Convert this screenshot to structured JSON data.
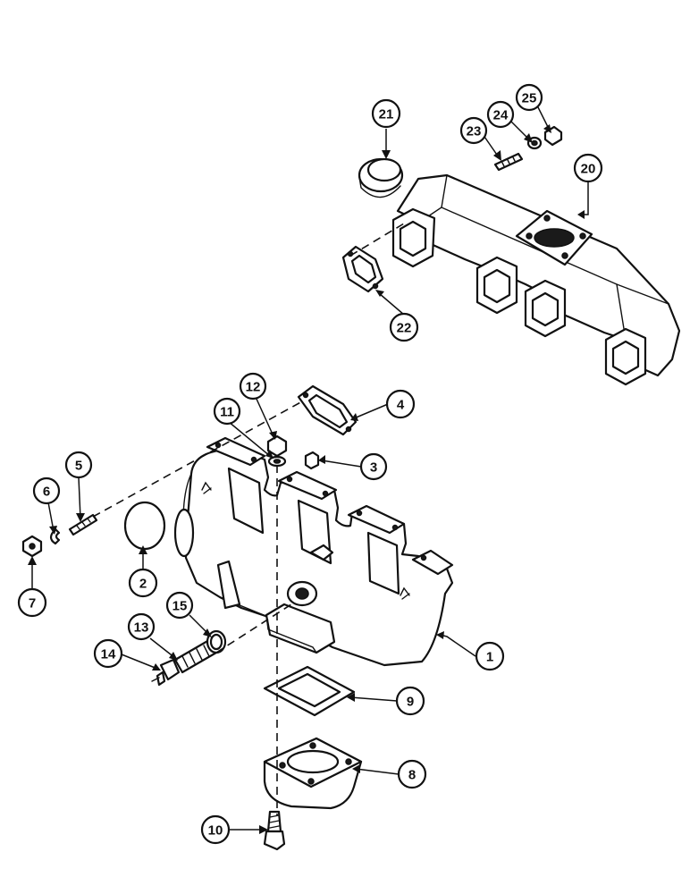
{
  "callouts": [
    {
      "id": "21",
      "label": "21"
    },
    {
      "id": "23",
      "label": "23"
    },
    {
      "id": "24",
      "label": "24"
    },
    {
      "id": "25",
      "label": "25"
    },
    {
      "id": "20",
      "label": "20"
    },
    {
      "id": "22",
      "label": "22"
    },
    {
      "id": "12",
      "label": "12"
    },
    {
      "id": "11",
      "label": "11"
    },
    {
      "id": "4",
      "label": "4"
    },
    {
      "id": "3",
      "label": "3"
    },
    {
      "id": "5",
      "label": "5"
    },
    {
      "id": "6",
      "label": "6"
    },
    {
      "id": "7",
      "label": "7"
    },
    {
      "id": "2",
      "label": "2"
    },
    {
      "id": "13",
      "label": "13"
    },
    {
      "id": "15",
      "label": "15"
    },
    {
      "id": "14",
      "label": "14"
    },
    {
      "id": "1",
      "label": "1"
    },
    {
      "id": "9",
      "label": "9"
    },
    {
      "id": "8",
      "label": "8"
    },
    {
      "id": "10",
      "label": "10"
    }
  ]
}
